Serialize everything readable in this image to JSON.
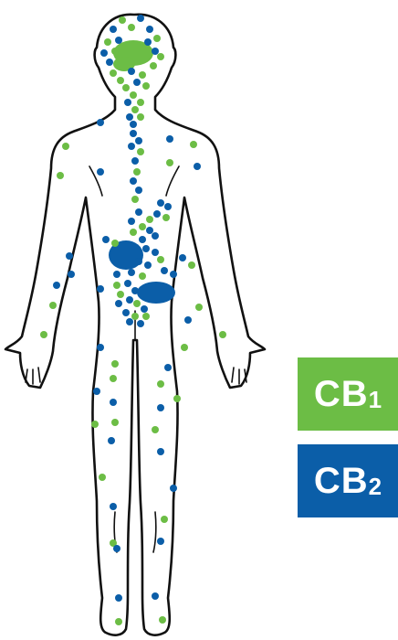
{
  "legend": [
    {
      "label": "CB",
      "sub": "1",
      "color": "#6cbd45"
    },
    {
      "label": "CB",
      "sub": "2",
      "color": "#0b5ea8"
    }
  ],
  "colors": {
    "outline": "#111111",
    "body_fill": "#ffffff",
    "cb1": "#6cbd45",
    "cb2": "#0b5ea8"
  }
}
